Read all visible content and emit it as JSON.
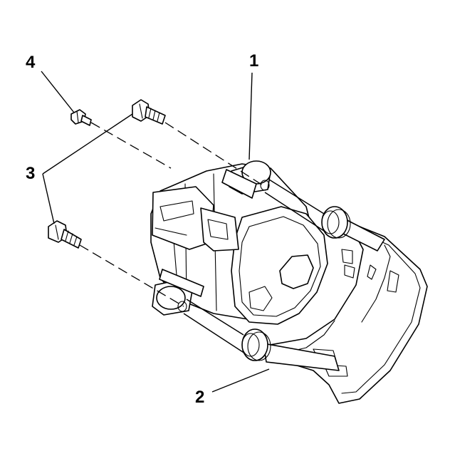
{
  "diagram": {
    "callouts": {
      "c1": "1",
      "c2": "2",
      "c3": "3",
      "c4": "4"
    },
    "parts": [
      "caliper",
      "caliper-bracket",
      "caliper-bolt",
      "bleeder-valve"
    ]
  }
}
